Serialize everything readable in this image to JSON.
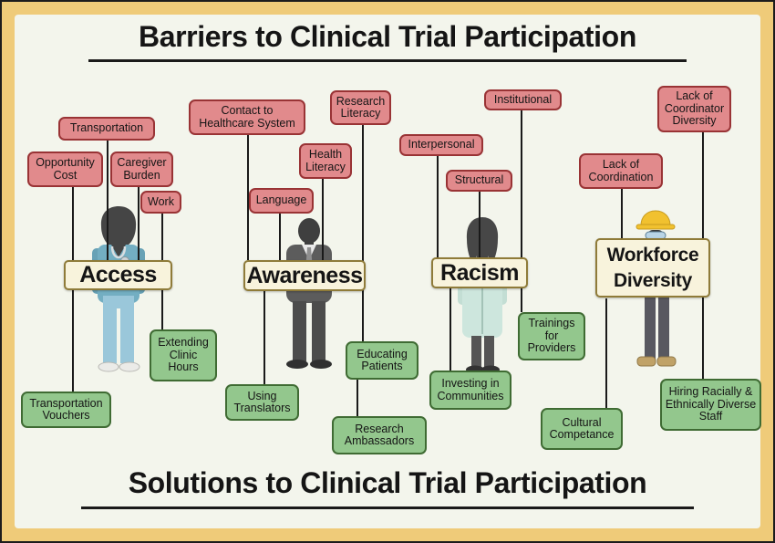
{
  "header": {
    "title": "Barriers to Clinical Trial Participation"
  },
  "footer": {
    "title": "Solutions to Clinical Trial Participation"
  },
  "colors": {
    "frame": "#efcb79",
    "background": "#f3f5ec",
    "barrier_fill": "#e18a8c",
    "barrier_border": "#993335",
    "solution_fill": "#93c78d",
    "solution_border": "#3f6b33",
    "sign_fill": "#f8f3dc",
    "sign_border": "#8f7b39",
    "line": "#1a1a1a"
  },
  "figures": {
    "access": "nurse",
    "awareness": "businessman",
    "racism": "scientist-lab-coat",
    "workforce": "construction-worker"
  },
  "groups": {
    "access": {
      "sign": "Access",
      "barriers": {
        "transportation": "Transportation",
        "opportunity_cost": "Opportunity Cost",
        "caregiver_burden": "Caregiver Burden",
        "work": "Work"
      },
      "solutions": {
        "transportation_vouchers": "Transportation Vouchers",
        "extending_clinic_hours": "Extending Clinic Hours"
      }
    },
    "awareness": {
      "sign": "Awareness",
      "barriers": {
        "contact": "Contact to Healthcare System",
        "research_literacy": "Research Literacy",
        "health_literacy": "Health Literacy",
        "language": "Language"
      },
      "solutions": {
        "using_translators": "Using Translators",
        "educating_patients": "Educating Patients",
        "research_ambassadors": "Research Ambassadors"
      }
    },
    "racism": {
      "sign": "Racism",
      "barriers": {
        "institutional": "Institutional",
        "interpersonal": "Interpersonal",
        "structural": "Structural"
      },
      "solutions": {
        "investing": "Investing in Communities",
        "trainings": "Trainings for Providers",
        "cultural_competance": "Cultural Competance"
      }
    },
    "workforce": {
      "sign": "Workforce Diversity",
      "barriers": {
        "lack_coordinator_diversity": "Lack of Coordinator Diversity",
        "lack_coordination": "Lack of Coordination"
      },
      "solutions": {
        "hiring": "Hiring Racially & Ethnically Diverse Staff"
      }
    }
  }
}
